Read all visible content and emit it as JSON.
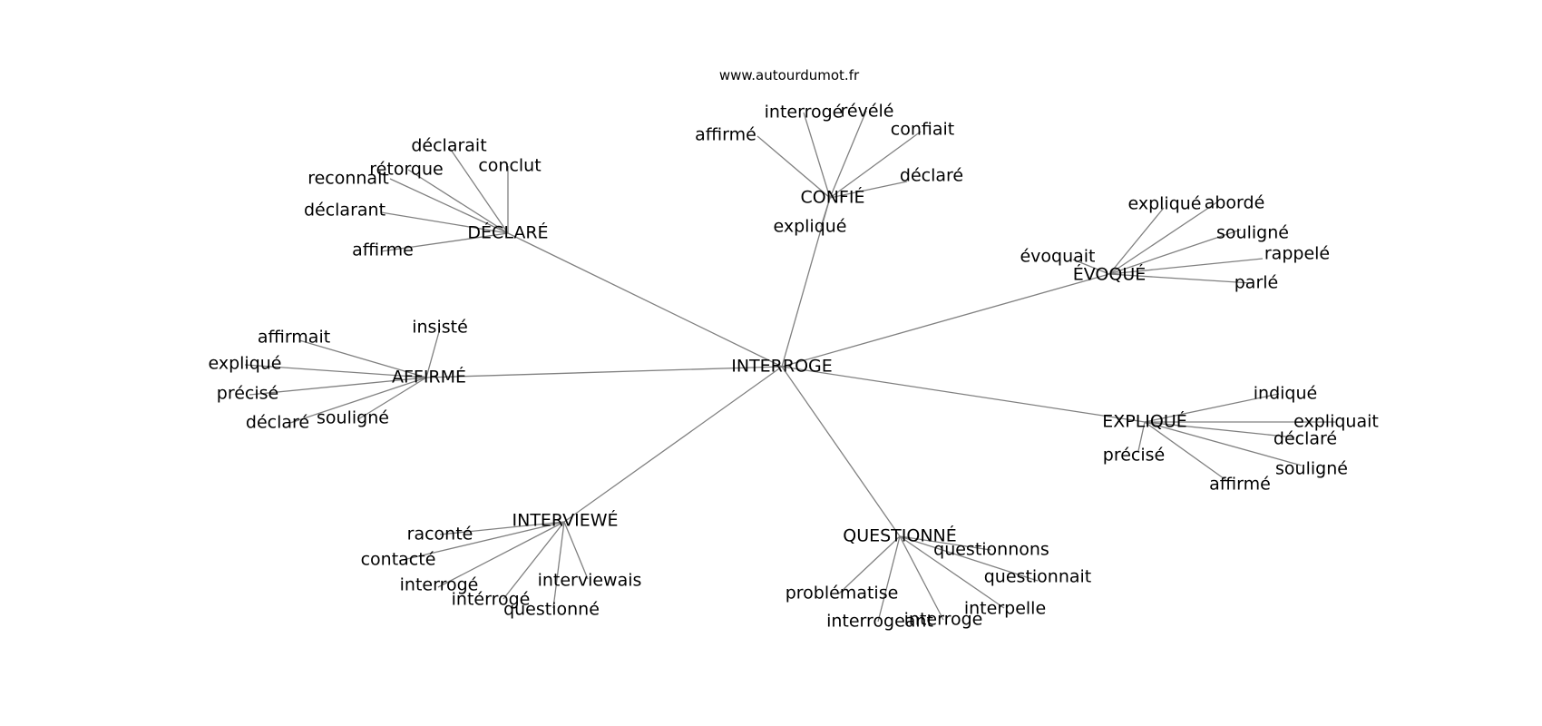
{
  "source": "www.autourdumot.fr",
  "center": "INTERROGE",
  "hubs": [
    {
      "word": "DÉCLARÉ",
      "leaves": [
        "déclarait",
        "conclut",
        "rétorque",
        "reconnait",
        "déclarant",
        "affirme"
      ]
    },
    {
      "word": "CONFIÉ",
      "leaves": [
        "interrogé",
        "révélé",
        "affirmé",
        "confiait",
        "déclaré",
        "expliqué"
      ]
    },
    {
      "word": "ÉVOQUÉ",
      "leaves": [
        "expliqué",
        "abordé",
        "souligné",
        "évoquait",
        "rappelé",
        "parlé"
      ]
    },
    {
      "word": "AFFIRMÉ",
      "leaves": [
        "insisté",
        "affirmait",
        "expliqué",
        "précisé",
        "déclaré",
        "souligné"
      ]
    },
    {
      "word": "EXPLIQUÉ",
      "leaves": [
        "indiqué",
        "expliquait",
        "déclaré",
        "précisé",
        "souligné",
        "affirmé"
      ]
    },
    {
      "word": "INTERVIEWÉ",
      "leaves": [
        "raconté",
        "contacté",
        "interrogé",
        "intérrogé",
        "questionné",
        "interviewais"
      ]
    },
    {
      "word": "QUESTIONNÉ",
      "leaves": [
        "questionnons",
        "questionnait",
        "problématise",
        "interpelle",
        "interrogeant",
        "interroge"
      ]
    }
  ]
}
